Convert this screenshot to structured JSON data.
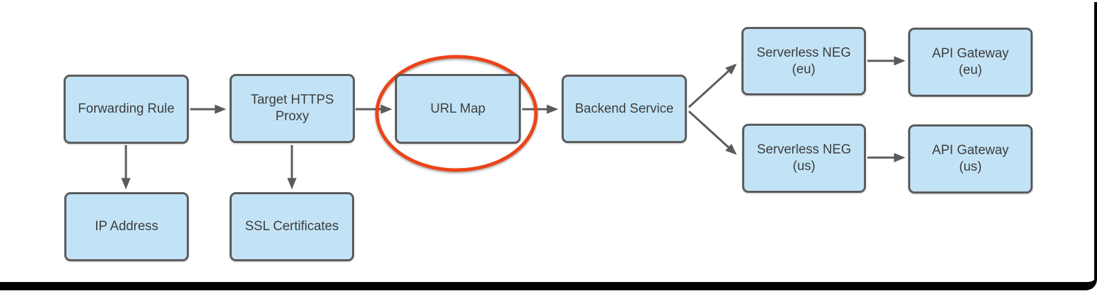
{
  "colors": {
    "background": "#ffffff",
    "node_fill": "#c2e3f6",
    "node_border": "#5b5b5b",
    "node_text": "#3d3d3d",
    "connector": "#5b5b5b",
    "highlight_ellipse": "#ec4318",
    "frame": "#000000"
  },
  "nodes": [
    {
      "id": "forwarding-rule",
      "label": "Forwarding Rule"
    },
    {
      "id": "target-https-proxy",
      "label": "Target HTTPS\nProxy"
    },
    {
      "id": "url-map",
      "label": "URL Map",
      "highlighted": true
    },
    {
      "id": "backend-service",
      "label": "Backend Service"
    },
    {
      "id": "serverless-neg-eu",
      "label": "Serverless NEG\n(eu)"
    },
    {
      "id": "api-gateway-eu",
      "label": "API Gateway\n(eu)"
    },
    {
      "id": "serverless-neg-us",
      "label": "Serverless NEG\n(us)"
    },
    {
      "id": "api-gateway-us",
      "label": "API Gateway\n(us)"
    },
    {
      "id": "ip-address",
      "label": "IP Address"
    },
    {
      "id": "ssl-certificates",
      "label": "SSL Certificates"
    }
  ],
  "edges": [
    {
      "from": "forwarding-rule",
      "to": "target-https-proxy"
    },
    {
      "from": "target-https-proxy",
      "to": "url-map"
    },
    {
      "from": "url-map",
      "to": "backend-service"
    },
    {
      "from": "backend-service",
      "to": "serverless-neg-eu"
    },
    {
      "from": "backend-service",
      "to": "serverless-neg-us"
    },
    {
      "from": "serverless-neg-eu",
      "to": "api-gateway-eu"
    },
    {
      "from": "serverless-neg-us",
      "to": "api-gateway-us"
    },
    {
      "from": "forwarding-rule",
      "to": "ip-address"
    },
    {
      "from": "target-https-proxy",
      "to": "ssl-certificates"
    }
  ],
  "annotation": {
    "shape": "ellipse",
    "color": "#ec4318",
    "highlights_node": "URL Map"
  }
}
